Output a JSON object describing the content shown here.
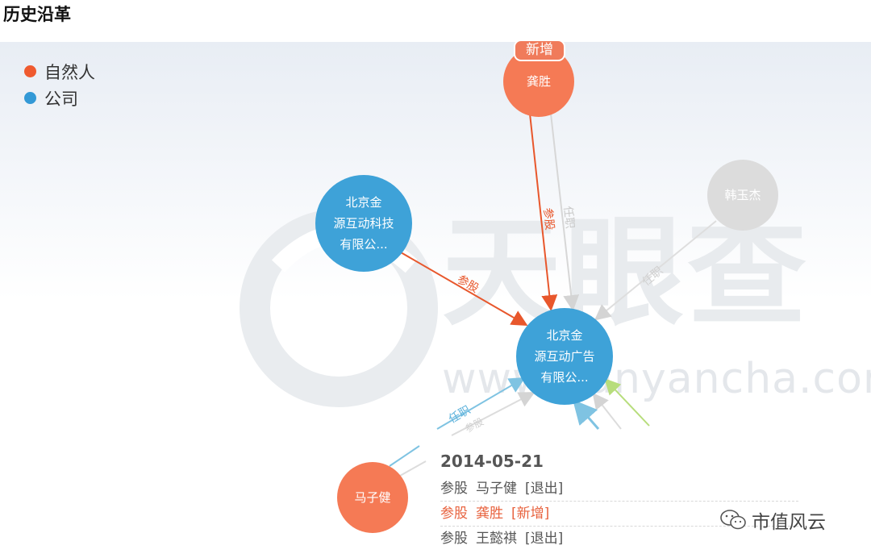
{
  "header": {
    "title": "历史沿革"
  },
  "legend": [
    {
      "label": "自然人",
      "color": "#ef5a2f"
    },
    {
      "label": "公司",
      "color": "#3399d6"
    }
  ],
  "watermark": {
    "brand": "天眼查",
    "url": "www.tianyancha.com"
  },
  "nodes": {
    "gongsheng": {
      "label": "龚胜",
      "badge": "新增",
      "color": "#f57a55"
    },
    "company_tech": {
      "label": "北京金\n源互动科技\n有限公...",
      "color": "#3ea2d8"
    },
    "company_ad": {
      "label": "北京金\n源互动广告\n有限公...",
      "color": "#3ea2d8"
    },
    "hanyujie": {
      "label": "韩玉杰",
      "color": "#dcdcdc"
    },
    "mazijian": {
      "label": "马子健",
      "color": "#f57a55"
    }
  },
  "edges": {
    "gongsheng_ad_invest": "参股",
    "gongsheng_ad_role": "任职",
    "tech_ad_invest": "参股",
    "hanyujie_ad_role": "任职",
    "bottom_left_role": "任职",
    "bottom_left_invest": "参股"
  },
  "tooltip": {
    "date": "2014-05-21",
    "rows": [
      {
        "type": "参股",
        "name": "马子健",
        "status": "[退出]"
      },
      {
        "type": "参股",
        "name": "龚胜",
        "status": "[新增]"
      },
      {
        "type": "参股",
        "name": "王懿祺",
        "status": "[退出]"
      }
    ]
  },
  "footer": {
    "wechat_label": "市值风云",
    "icon": "wechat-icon"
  }
}
